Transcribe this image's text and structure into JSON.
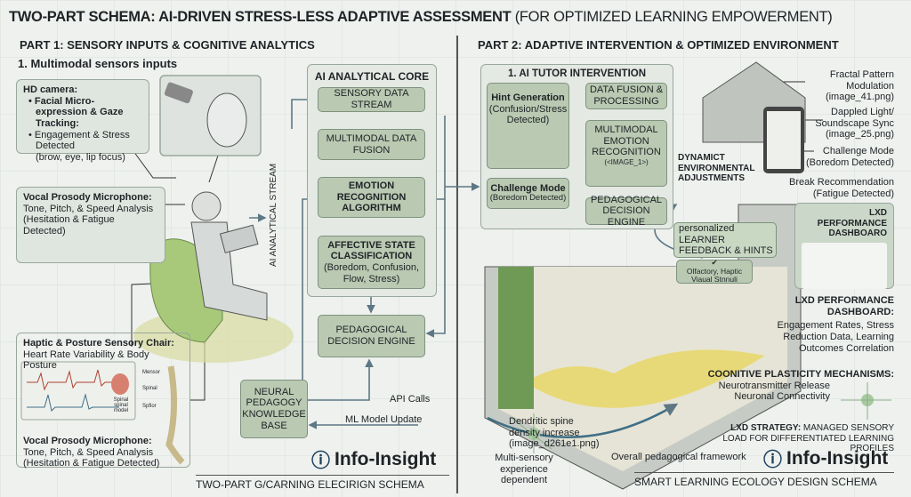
{
  "title": {
    "bold": "TWO-PART SCHEMA: AI-DRIVEN STRESS-LESS ADAPTIVE ASSESSMENT",
    "normal": " (FOR OPTIMIZED LEARNING EMPOWERMENT)"
  },
  "part1": {
    "heading": "PART 1: SENSORY INPUTS & COGNITIVE ANALYTICS",
    "subheading": "1. Multimodal sensors inputs",
    "hd_camera": {
      "title": "HD camera:",
      "bullet1": "Facial Micro-expression & Gaze Tracking:",
      "bullet2": "Engagement & Stress Detected",
      "bullet2_note": "(brow, eye, lip focus)"
    },
    "vocal_top": {
      "title": "Vocal Prosody Microphone:",
      "line1": "Tone, Pitch, & Speed Analysis",
      "line2": "(Hesitation & Fatigue Detected)"
    },
    "haptic": {
      "title": "Haptic & Posture Sensory Chair:",
      "line1": "Heart Rate Variability & Body Posture",
      "heart_label": "Spinal spinal model",
      "spine_labels": [
        "Mensor",
        "Spinal",
        "Spfior"
      ]
    },
    "vocal_bottom": {
      "title": "Vocal Prosody Microphone:",
      "line1": "Tone, Pitch, & Speed Analysis",
      "line2": "(Hesitation & Fatigue Detected)"
    },
    "stream_label": "AI ANALYTICAL STREAM",
    "core": {
      "title": "AI ANALYTICAL CORE",
      "steps": [
        {
          "label": "SENSORY DATA STREAM"
        },
        {
          "label": "MULTIMODAL DATA FUSION"
        },
        {
          "label": "EMOTION RECOGNITION ALGORITHM"
        },
        {
          "label": "AFFECTIVE STATE CLASSIFICATION",
          "sub": "(Boredom, Confusion, Flow, Stress)"
        }
      ]
    },
    "pedagogical": "PEDAGOGICAL DECISION ENGINE",
    "knowledge_base": "NEURAL PEDAGOGY KNOWLEDGE BASE",
    "api_calls": "API Calls",
    "ml_update": "ML Model Update",
    "logo": "Info-Insight",
    "footer": "TWO-PART G/CARNING ELECIRIGN SCHEMA"
  },
  "part2": {
    "heading": "PART 2: ADAPTIVE INTERVENTION & OPTIMIZED ENVIRONMENT",
    "tutor": {
      "title": "1. AI TUTOR INTERVENTION",
      "hint": {
        "title": "Hint Generation",
        "sub": "(Confusion/Stress Detected)"
      },
      "challenge": {
        "title": "Challenge Mode",
        "sub": "(Boredom Detected)"
      },
      "fusion": "DATA FUSION & PROCESSING",
      "emotion": {
        "title": "MULTIMODAL EMOTION RECOGNITION",
        "sub": "(<IMAGE_1>)"
      },
      "engine": "PEDAGOGICAL DECISION ENGINE"
    },
    "dynamic": "DYNAMICT ENVIRONMENTAL ADJUSTMENTS",
    "callouts": [
      {
        "line1": "Fractal Pattern",
        "line2": "Modulation",
        "line3": "(image_41.png)"
      },
      {
        "line1": "Dappled Light/",
        "line2": "Soundscape Sync",
        "line3": "(image_25.png)"
      },
      {
        "line1": "Challenge Mode",
        "line2": "(Boredom Detected)"
      },
      {
        "line1": "Break Recommendation",
        "line2": "(Fatigue Detected)"
      }
    ],
    "dashboard_title": "LXD PERFORMANCE DASHBOARO",
    "feedback": "personalized LEARNER FEEDBACK & HINTS",
    "stimuli": "Olfactory, Haptic Viaual Stnnuli",
    "lxd_perf": {
      "title": "LXD PERFORMANCE DASHBOARD:",
      "body": "Engagement Rates, Stress Reduction Data, Learning Outcomes Correlation"
    },
    "cognitive": {
      "title": "COONITIVE PLASTICITY MECHANISMS:",
      "line1": "Neurotransmitter Release",
      "line2": "Neuronal Connectivity"
    },
    "strategy": {
      "bold": "LXD STRATEGY:",
      "rest": " MANAGED SENSORY LOAD FOR DIFFERENTIATED LEARNING PROFILES"
    },
    "dendritic": {
      "line1": "Dendritic spine",
      "line2": "density increase",
      "line3": "(image_d261e1.png)"
    },
    "multisensory": "Multi-sensory experience dependent",
    "framework": "Overall pedagogical framework",
    "logo": "Info-Insight",
    "footer": "SMART LEARNING ECOLOGY DESIGN SCHEMA"
  },
  "colors": {
    "box": "#b9c9b2",
    "panel": "#dfe5df",
    "arrow": "#5d7784",
    "floor": "#e8d978"
  }
}
